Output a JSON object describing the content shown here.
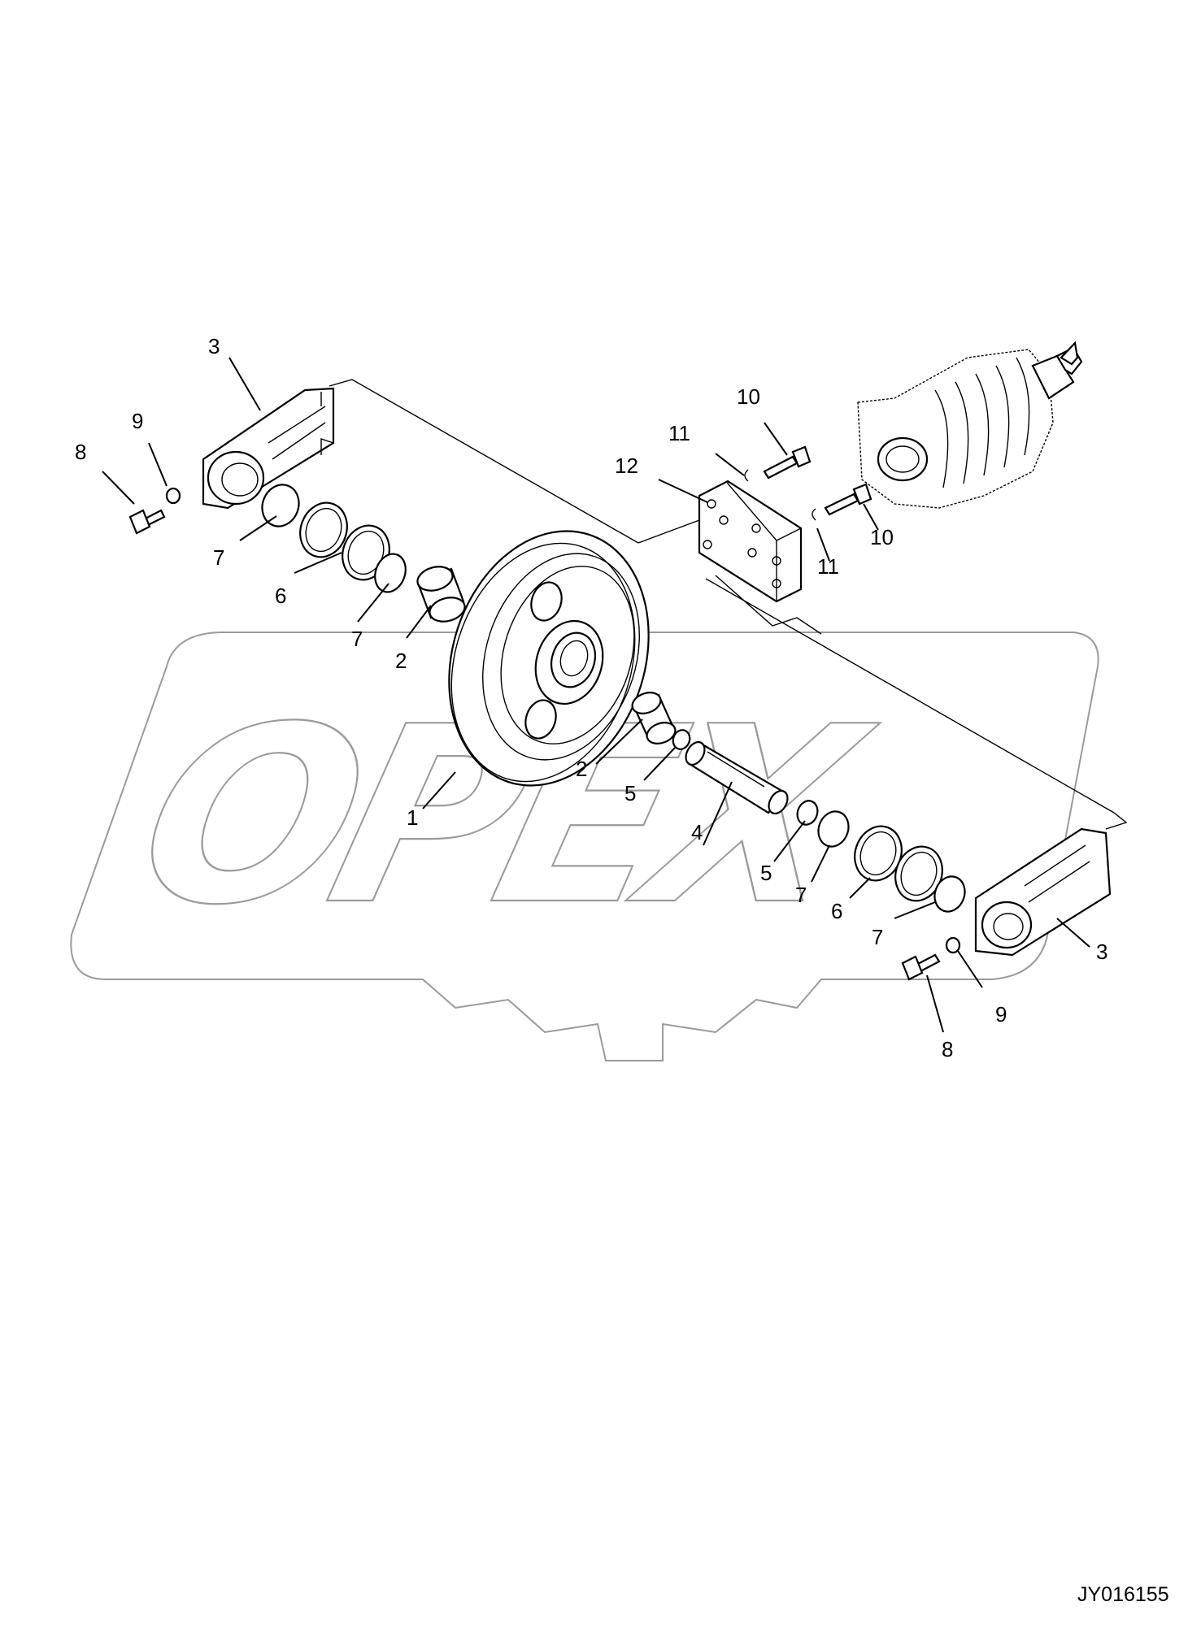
{
  "drawing_code": "JY016155",
  "watermark": "OPEX",
  "callouts": {
    "c1": "1",
    "c2a": "2",
    "c2b": "2",
    "c3a": "3",
    "c3b": "3",
    "c4": "4",
    "c5a": "5",
    "c5b": "5",
    "c6a": "6",
    "c6b": "6",
    "c7a": "7",
    "c7b": "7",
    "c7c": "7",
    "c7d": "7",
    "c8a": "8",
    "c8b": "8",
    "c9a": "9",
    "c9b": "9",
    "c10a": "10",
    "c10b": "10",
    "c11a": "11",
    "c11b": "11",
    "c12": "12"
  }
}
